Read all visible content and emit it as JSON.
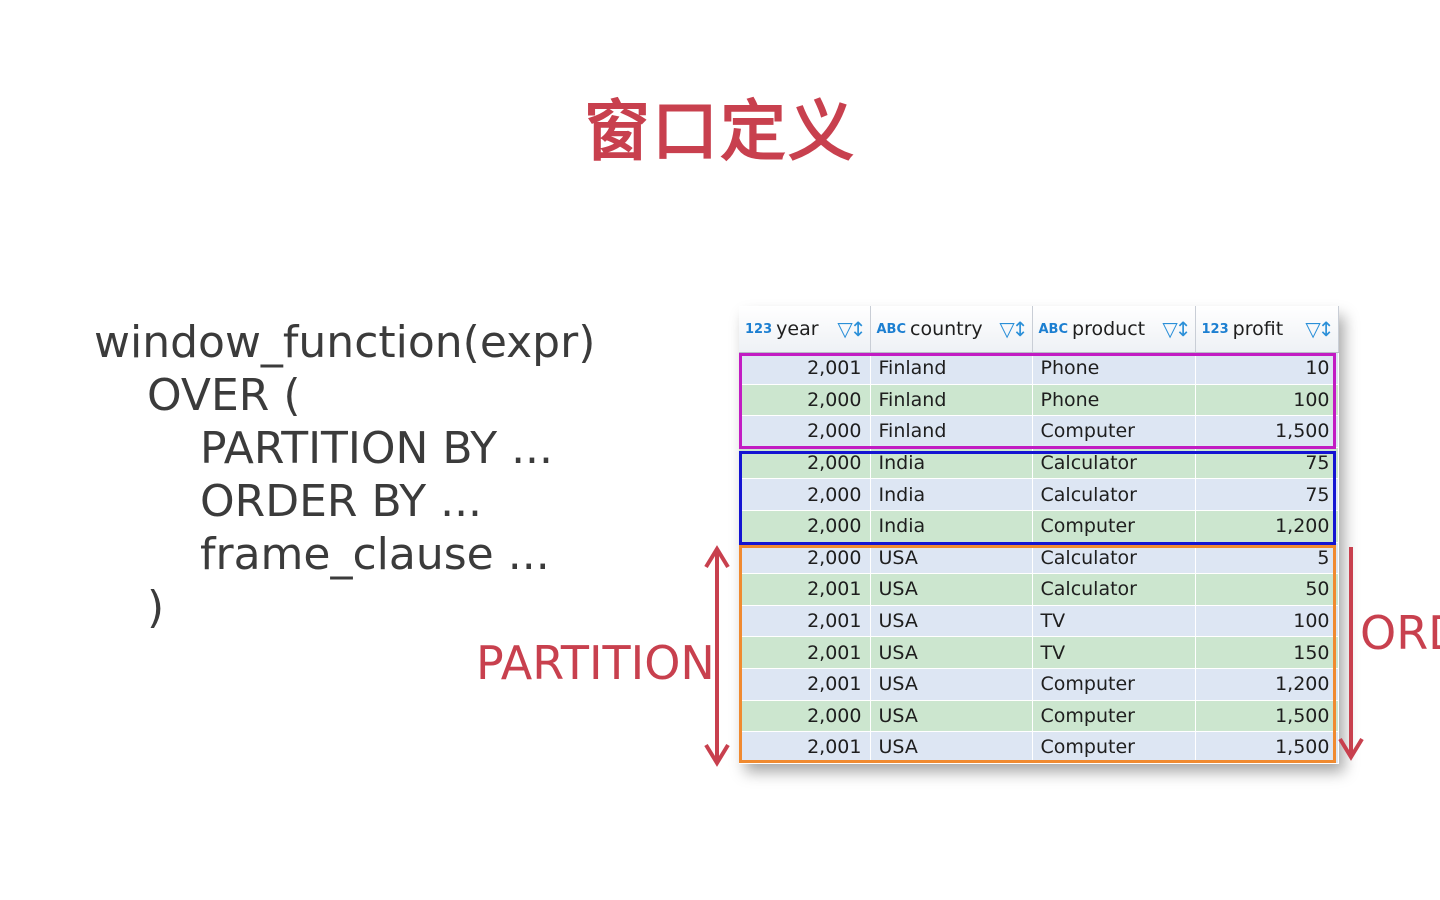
{
  "title": "窗口定义",
  "colors": {
    "accent": "#c8404e",
    "finland_box": "#c21cc3",
    "india_box": "#1414d2",
    "usa_box": "#f08a30"
  },
  "code": {
    "line1": "window_function(expr)",
    "line2": "OVER (",
    "line3": "PARTITION BY ...",
    "line4": "ORDER BY ...",
    "line5": "frame_clause ...",
    "line6": ")"
  },
  "labels": {
    "partition": "PARTITION",
    "order": "ORD"
  },
  "table": {
    "columns": [
      {
        "type": "123",
        "name": "year",
        "control": "filter-sort-icon"
      },
      {
        "type": "ABC",
        "name": "country",
        "control": "filter-sort-icon"
      },
      {
        "type": "ABC",
        "name": "product",
        "control": "filter-sort-icon"
      },
      {
        "type": "123",
        "name": "profit",
        "control": "filter-sort-icon"
      }
    ],
    "rows": [
      [
        "2,001",
        "Finland",
        "Phone",
        "10"
      ],
      [
        "2,000",
        "Finland",
        "Phone",
        "100"
      ],
      [
        "2,000",
        "Finland",
        "Computer",
        "1,500"
      ],
      [
        "2,000",
        "India",
        "Calculator",
        "75"
      ],
      [
        "2,000",
        "India",
        "Calculator",
        "75"
      ],
      [
        "2,000",
        "India",
        "Computer",
        "1,200"
      ],
      [
        "2,000",
        "USA",
        "Calculator",
        "5"
      ],
      [
        "2,001",
        "USA",
        "Calculator",
        "50"
      ],
      [
        "2,001",
        "USA",
        "TV",
        "100"
      ],
      [
        "2,001",
        "USA",
        "TV",
        "150"
      ],
      [
        "2,001",
        "USA",
        "Computer",
        "1,200"
      ],
      [
        "2,000",
        "USA",
        "Computer",
        "1,500"
      ],
      [
        "2,001",
        "USA",
        "Computer",
        "1,500"
      ]
    ]
  }
}
